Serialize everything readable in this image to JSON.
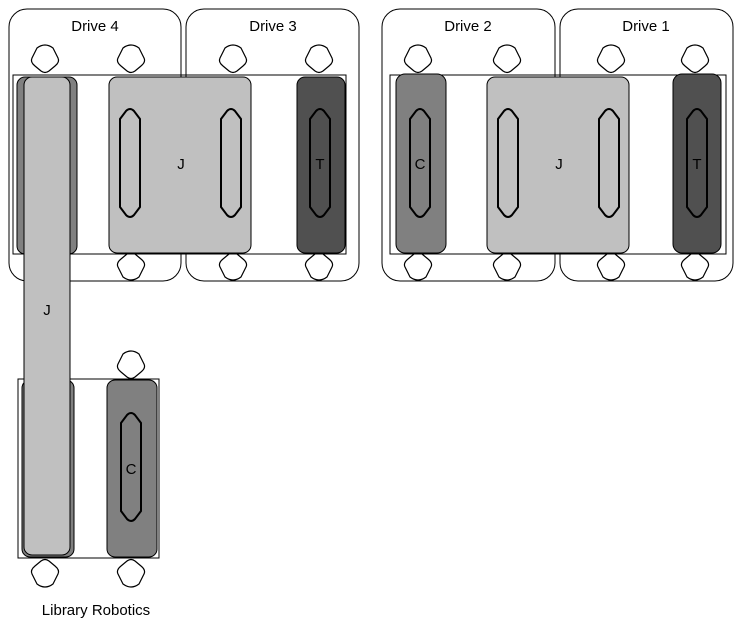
{
  "drives": [
    {
      "label": "Drive 4"
    },
    {
      "label": "Drive 3"
    },
    {
      "label": "Drive 2"
    },
    {
      "label": "Drive 1"
    }
  ],
  "robotics": {
    "label": "Library Robotics"
  },
  "cartridges": {
    "j_drive4_3": "J",
    "t_drive3": "T",
    "c_drive2": "C",
    "j_drive2_1": "J",
    "t_drive1": "T",
    "j_tall": "J",
    "c_robotics": "C"
  },
  "colors": {
    "light": "#c0c0c0",
    "medium": "#808080",
    "dark": "#505050",
    "outline": "#000000"
  }
}
